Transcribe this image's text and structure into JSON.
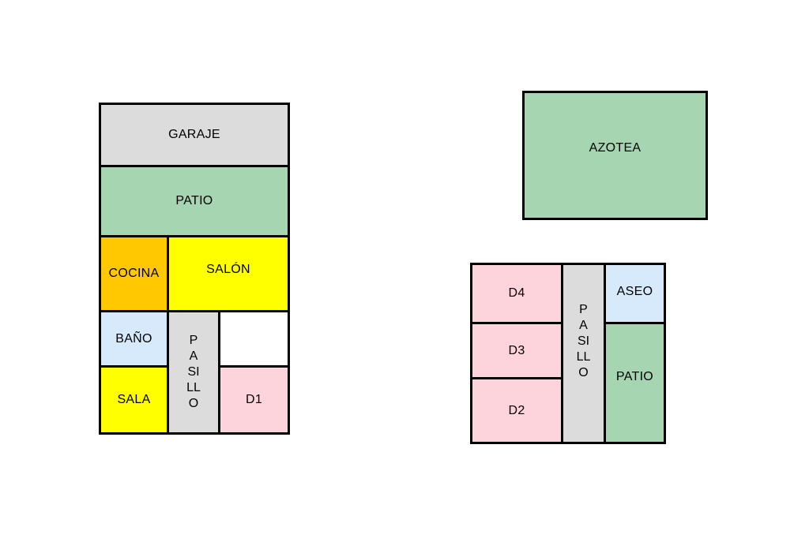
{
  "colors": {
    "grey": "#dcdcdc",
    "green": "#a6d5b2",
    "orange": "#ffc800",
    "yellow": "#ffff00",
    "light_blue": "#d6eafc",
    "pink": "#fdd3dc",
    "white": "#ffffff"
  },
  "ground_floor": {
    "garaje": "GARAJE",
    "patio": "PATIO",
    "cocina": "COCINA",
    "salon": "SALÓN",
    "bano": "BAÑO",
    "pasillo": "PASILLO",
    "sala": "SALA",
    "d1": "D1"
  },
  "upper_floor": {
    "d4": "D4",
    "d3": "D3",
    "d2": "D2",
    "pasillo": "PASILLO",
    "aseo": "ASEO",
    "patio": "PATIO"
  },
  "roof": {
    "azotea": "AZOTEA"
  }
}
